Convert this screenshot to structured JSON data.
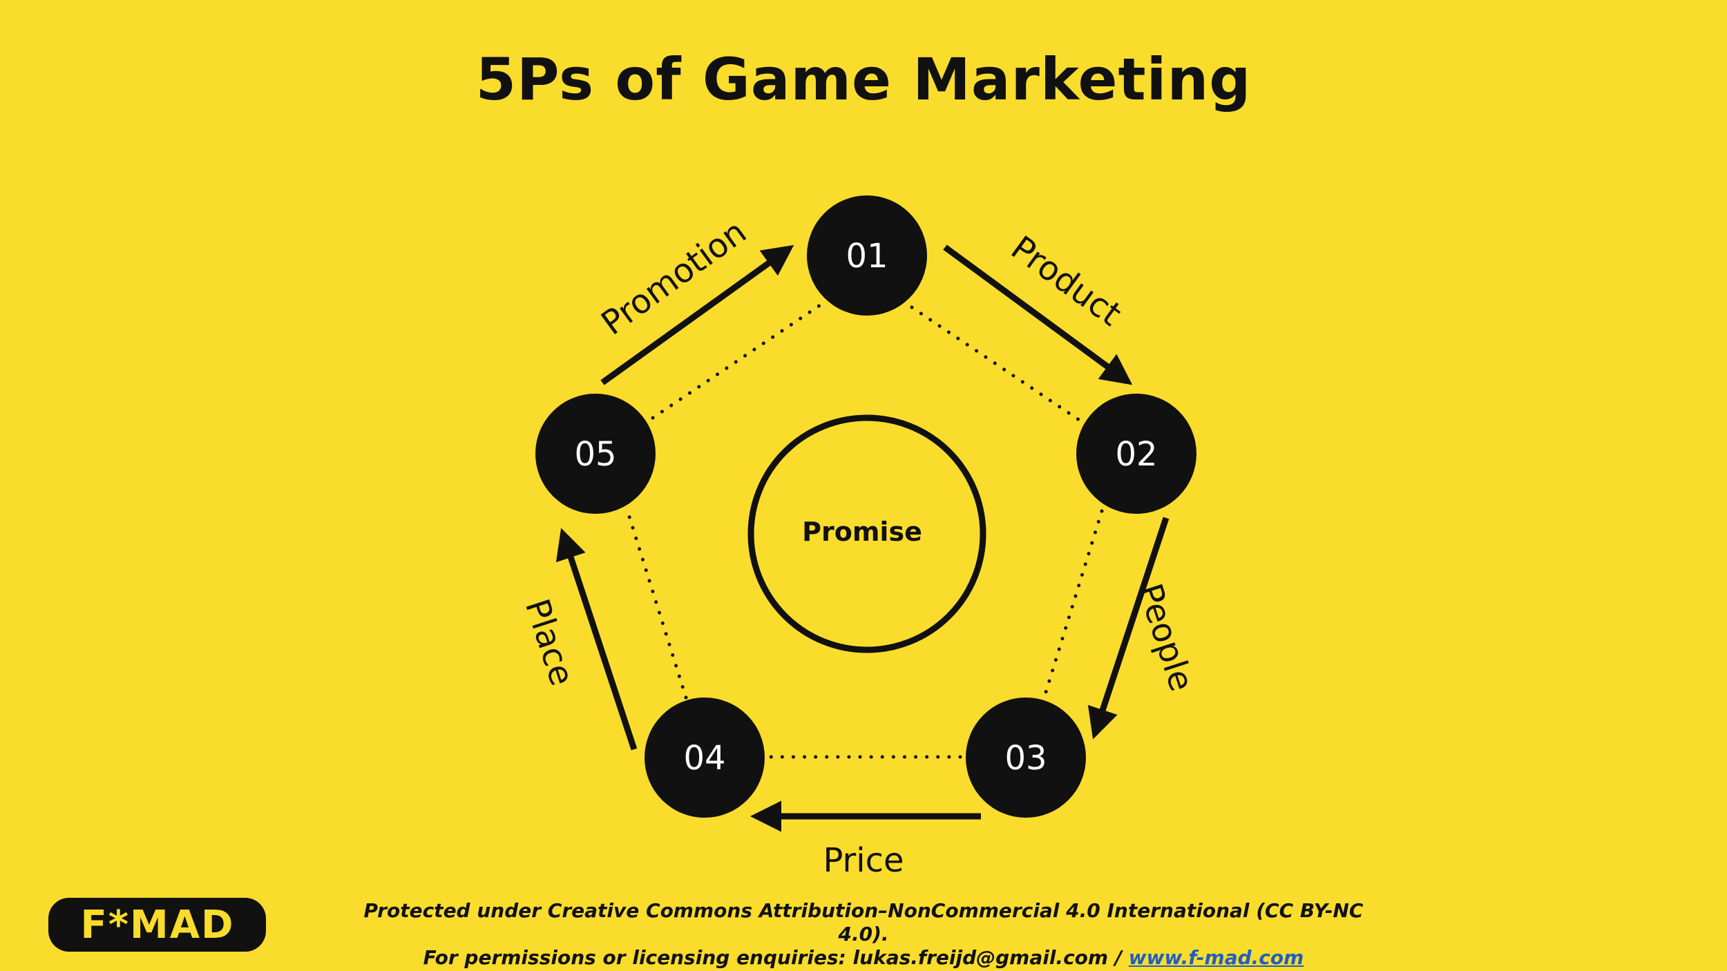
{
  "title": "5Ps of Game Marketing",
  "diagram": {
    "center": "Promise",
    "nodes": [
      "01",
      "02",
      "03",
      "04",
      "05"
    ],
    "steps": [
      "Product",
      "People",
      "Price",
      "Place",
      "Promotion"
    ]
  },
  "footer": {
    "line1": "Protected under Creative Commons Attribution–NonCommercial 4.0 International (CC BY-NC 4.0).",
    "line2_prefix": "For permissions or licensing enquiries: lukas.freijd@gmail.com / ",
    "link": "www.f-mad.com"
  },
  "logo": {
    "text": "F*MAD"
  },
  "colors": {
    "background": "#FADC2C",
    "ink": "#111111",
    "node_text": "#FFFFFF",
    "link": "#1F5FC4"
  }
}
